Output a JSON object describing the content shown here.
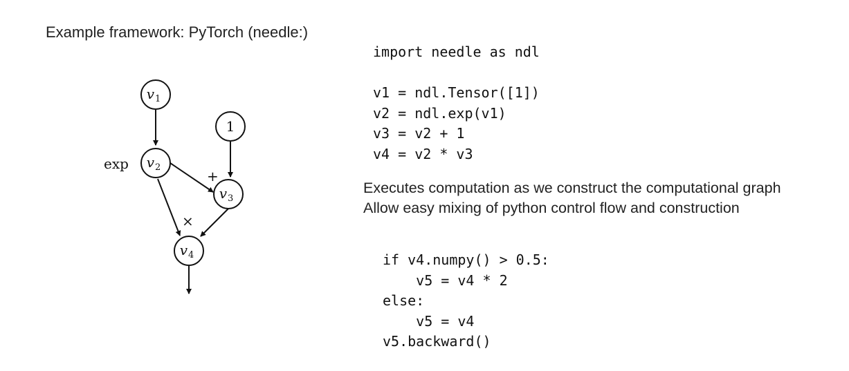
{
  "slide": {
    "title": "Example framework: PyTorch (needle:)"
  },
  "graph": {
    "nodes": {
      "v1": {
        "var": "v",
        "sub": "1"
      },
      "v2": {
        "var": "v",
        "sub": "2"
      },
      "v3": {
        "var": "v",
        "sub": "3"
      },
      "v4": {
        "var": "v",
        "sub": "4"
      },
      "const": {
        "label": "1"
      }
    },
    "ops": {
      "exp": "exp",
      "plus": "+",
      "times": "×"
    }
  },
  "code_top": [
    "import needle as ndl",
    "",
    "v1 = ndl.Tensor([1])",
    "v2 = ndl.exp(v1)",
    "v3 = v2 + 1",
    "v4 = v2 * v3"
  ],
  "notes": [
    "Executes computation as we construct the computational graph",
    "Allow easy mixing of python control flow and construction"
  ],
  "code_bottom": [
    "if v4.numpy() > 0.5:",
    "    v5 = v4 * 2",
    "else:",
    "    v5 = v4",
    "v5.backward()"
  ],
  "colors": {
    "ink": "#111111",
    "text": "#222222",
    "background": "#ffffff"
  }
}
